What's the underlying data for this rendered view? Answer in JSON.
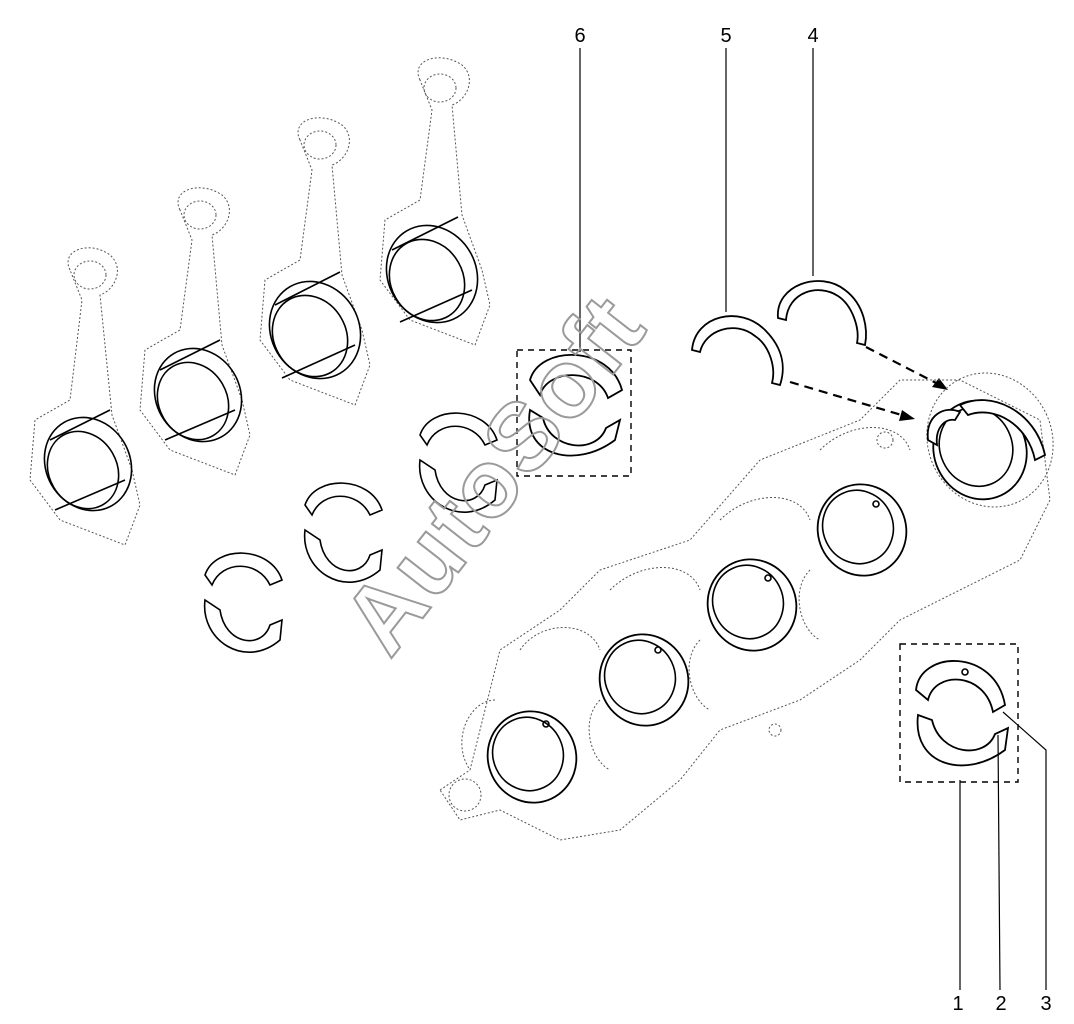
{
  "callouts": [
    {
      "id": "1",
      "label": "1"
    },
    {
      "id": "2",
      "label": "2"
    },
    {
      "id": "3",
      "label": "3"
    },
    {
      "id": "4",
      "label": "4"
    },
    {
      "id": "5",
      "label": "5"
    },
    {
      "id": "6",
      "label": "6"
    }
  ],
  "watermark": "AutoSoft",
  "colors": {
    "line": "#000000",
    "watermark": "#9a9a9a",
    "background": "#ffffff"
  }
}
